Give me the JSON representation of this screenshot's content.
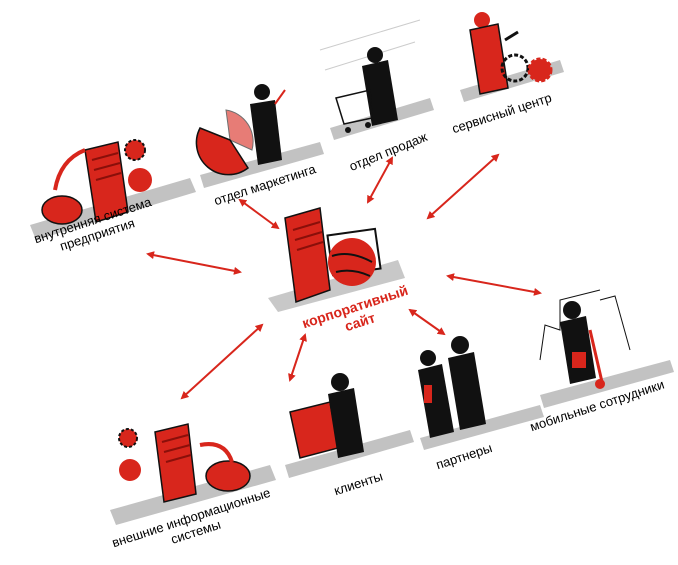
{
  "colors": {
    "accent": "#d8261c",
    "figure": "#111111",
    "ground": "#9a9a9a"
  },
  "center": {
    "line1": "корпоративный",
    "line2": "сайт"
  },
  "nodes": {
    "internal": {
      "line1": "внутренняя система",
      "line2": "предприятия"
    },
    "marketing": {
      "label": "отдел маркетинга"
    },
    "sales": {
      "label": "отдел продаж"
    },
    "service": {
      "label": "сервисный центр"
    },
    "mobile": {
      "label": "мобильные сотрудники"
    },
    "partners": {
      "label": "партнеры"
    },
    "clients": {
      "label": "клиенты"
    },
    "external": {
      "line1": "внешние информационные",
      "line2": "системы"
    }
  }
}
